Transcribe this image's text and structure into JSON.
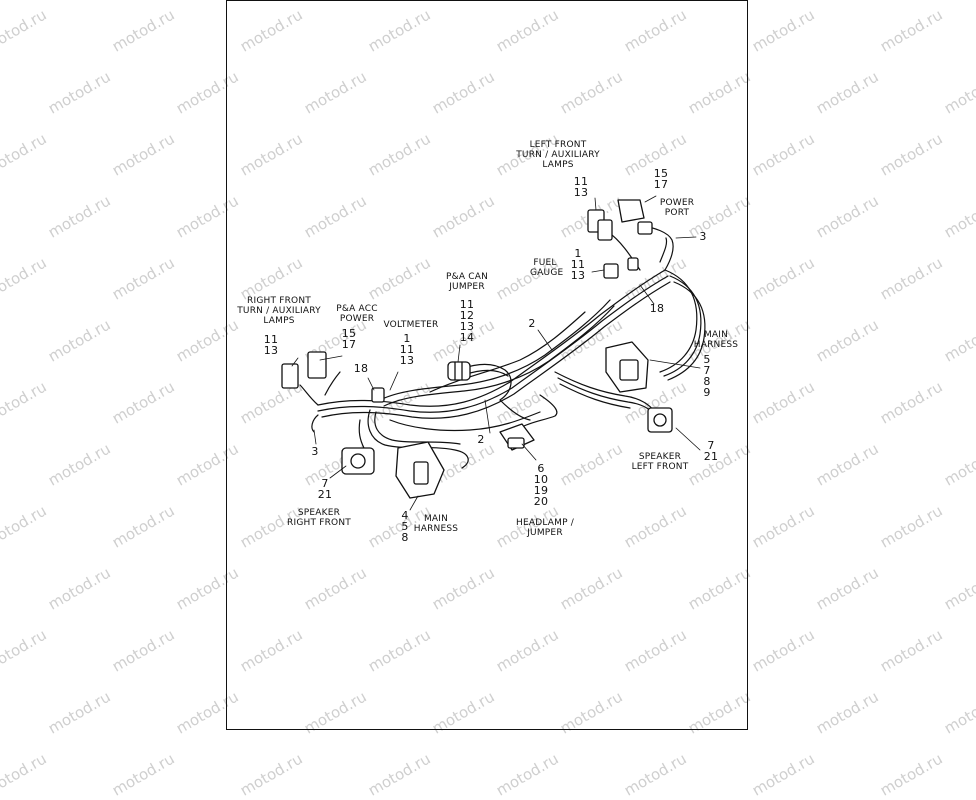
{
  "watermark": "motod.ru",
  "labels": {
    "left_front_turn": [
      "LEFT FRONT",
      "TURN / AUXILIARY",
      "LAMPS"
    ],
    "power_port": [
      "POWER",
      "PORT"
    ],
    "fuel_gauge": [
      "FUEL",
      "GAUGE"
    ],
    "pa_can_jumper": [
      "P&A CAN",
      "JUMPER"
    ],
    "right_front_turn": [
      "RIGHT FRONT",
      "TURN / AUXILIARY",
      "LAMPS"
    ],
    "pa_acc_power": [
      "P&A ACC",
      "POWER"
    ],
    "voltmeter": [
      "VOLTMETER"
    ],
    "main_harness_right": [
      "MAIN",
      "HARNESS"
    ],
    "speaker_left_front": [
      "SPEAKER",
      "LEFT FRONT"
    ],
    "speaker_right_front": [
      "SPEAKER",
      "RIGHT FRONT"
    ],
    "main_harness_bottom": [
      "MAIN",
      "HARNESS"
    ],
    "headlamp_jumper": [
      "HEADLAMP /",
      "JUMPER"
    ]
  },
  "callouts": {
    "left_front_turn": [
      "11",
      "13"
    ],
    "power_port": [
      "15",
      "17"
    ],
    "power_port_clip": [
      "3"
    ],
    "fuel_gauge": [
      "1",
      "11",
      "13"
    ],
    "fuel_gauge_clip": [
      "18"
    ],
    "pa_can_jumper": [
      "11",
      "12",
      "13",
      "14"
    ],
    "right_front_turn": [
      "11",
      "13"
    ],
    "pa_acc_power": [
      "15",
      "17"
    ],
    "voltmeter": [
      "1",
      "11",
      "13"
    ],
    "voltmeter_clip": [
      "18"
    ],
    "center_tie": [
      "2"
    ],
    "lower_tie": [
      "2"
    ],
    "main_harness_right": [
      "5",
      "7",
      "8",
      "9"
    ],
    "speaker_left_front": [
      "7",
      "21"
    ],
    "speaker_right_front": [
      "7",
      "21"
    ],
    "right_clip": [
      "3"
    ],
    "main_harness_bottom": [
      "4",
      "5",
      "8"
    ],
    "headlamp_jumper": [
      "6",
      "10",
      "19",
      "20"
    ]
  }
}
